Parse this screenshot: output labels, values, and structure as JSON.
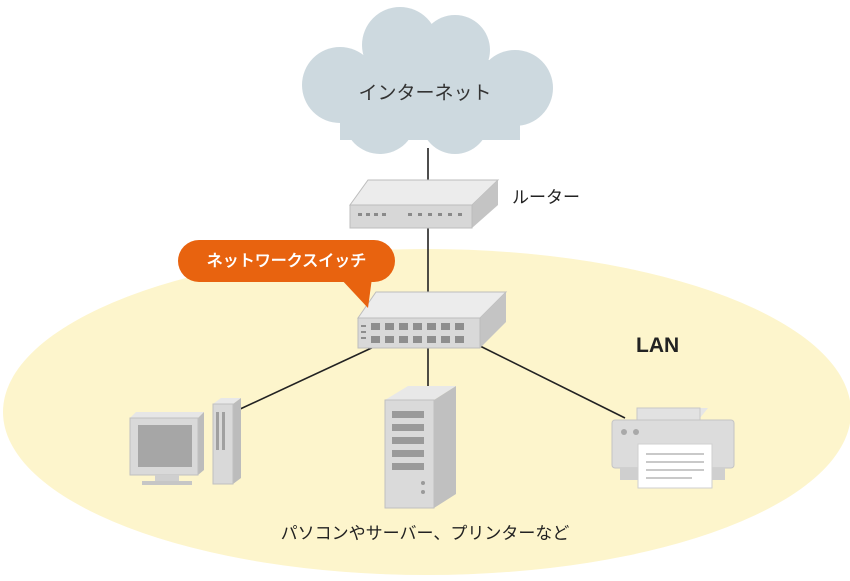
{
  "labels": {
    "internet": "インターネット",
    "router": "ルーター",
    "switch": "ネットワークスイッチ",
    "lan": "LAN",
    "devices": "パソコンやサーバー、プリンターなど"
  },
  "colors": {
    "lan_area": "#fdf5cc",
    "cloud": "#cdd9df",
    "switch_badge": "#e8630f",
    "device_gray": "#d9d9d9"
  }
}
